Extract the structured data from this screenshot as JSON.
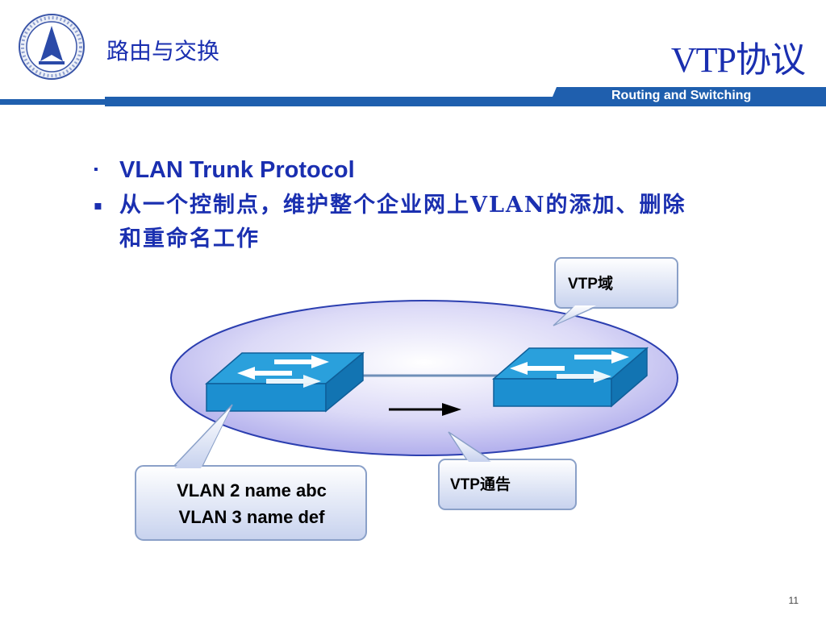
{
  "header": {
    "course_title": "路由与交换",
    "slide_title": "VTP协议",
    "course_title_en": "Routing and Switching"
  },
  "bullets": [
    {
      "text": "VLAN Trunk Protocol"
    },
    {
      "text_line1": "从一个控制点，维护整个企业网上VLAN的添加、删除",
      "text_line2": "和重命名工作"
    }
  ],
  "diagram": {
    "domain_label": "VTP域",
    "advert_label": "VTP通告",
    "vlan_lines": [
      "VLAN 2 name abc",
      "VLAN 3 name def"
    ]
  },
  "footer": {
    "page_number": "11"
  },
  "colors": {
    "title_blue": "#1a2fb0",
    "header_bar": "#1f5fae",
    "switch_blue": "#1c8fd0",
    "ellipse_fill": "#c9c8f2"
  }
}
